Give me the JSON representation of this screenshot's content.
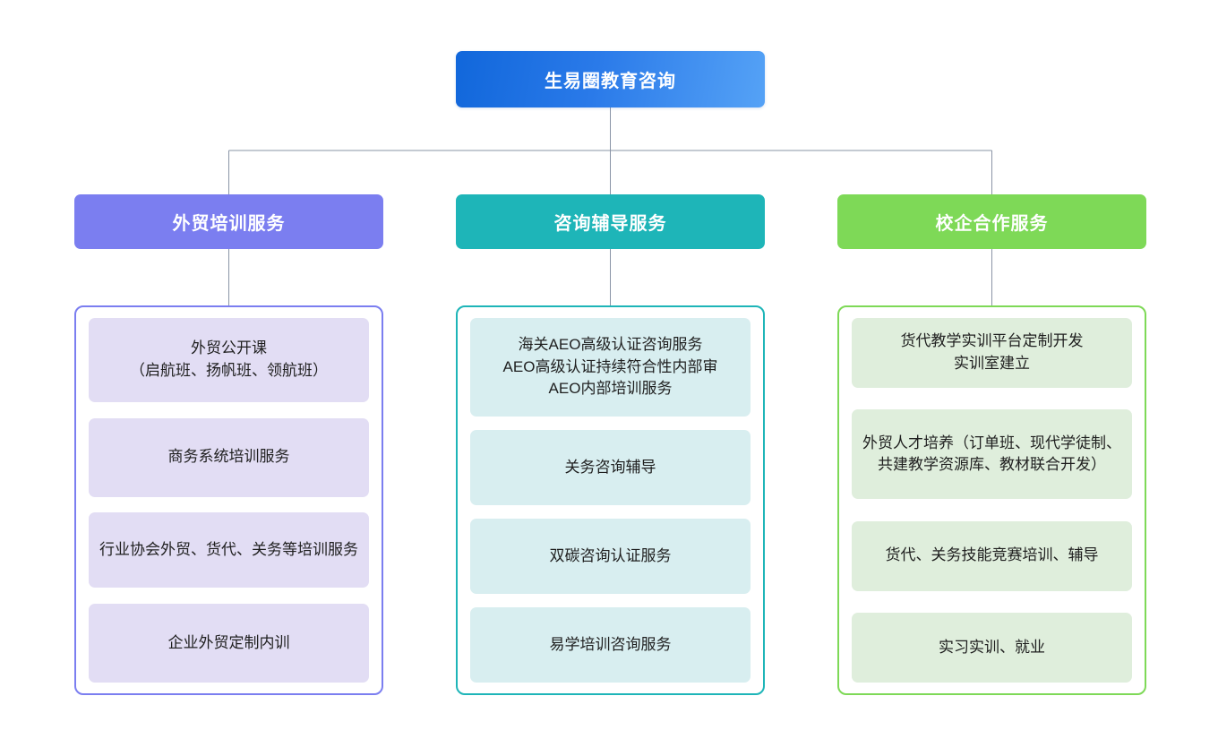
{
  "diagram": {
    "type": "organization-tree",
    "orientation": "top-down",
    "root": {
      "label": "生易圈教育咨询",
      "color_start": "#1167db",
      "color_end": "#55a2f6",
      "text_color": "#ffffff"
    },
    "connector_color": "#8a94a6",
    "branches": [
      {
        "id": "branch-waimao-peixun",
        "label": "外贸培训服务",
        "header_color": "#7b7ef0",
        "border_color": "#7b7ef0",
        "leaf_color": "#e2ddf4",
        "items": [
          "外贸公开课\n（启航班、扬帆班、领航班）",
          "商务系统培训服务",
          "行业协会外贸、货代、关务等培训服务",
          "企业外贸定制内训"
        ]
      },
      {
        "id": "branch-zixun-fudao",
        "label": "咨询辅导服务",
        "header_color": "#1eb5b8",
        "border_color": "#1eb5b8",
        "leaf_color": "#d8eef0",
        "items": [
          "海关AEO高级认证咨询服务\nAEO高级认证持续符合性内部审\nAEO内部培训服务",
          "关务咨询辅导",
          "双碳咨询认证服务",
          "易学培训咨询服务"
        ]
      },
      {
        "id": "branch-xiaoqi-hezuo",
        "label": "校企合作服务",
        "header_color": "#7ed957",
        "border_color": "#7ed957",
        "leaf_color": "#dfeedc",
        "items": [
          "货代教学实训平台定制开发\n实训室建立",
          "外贸人才培养（订单班、现代学徒制、共建教学资源库、教材联合开发）",
          "货代、关务技能竞赛培训、辅导",
          "实习实训、就业"
        ]
      }
    ]
  }
}
